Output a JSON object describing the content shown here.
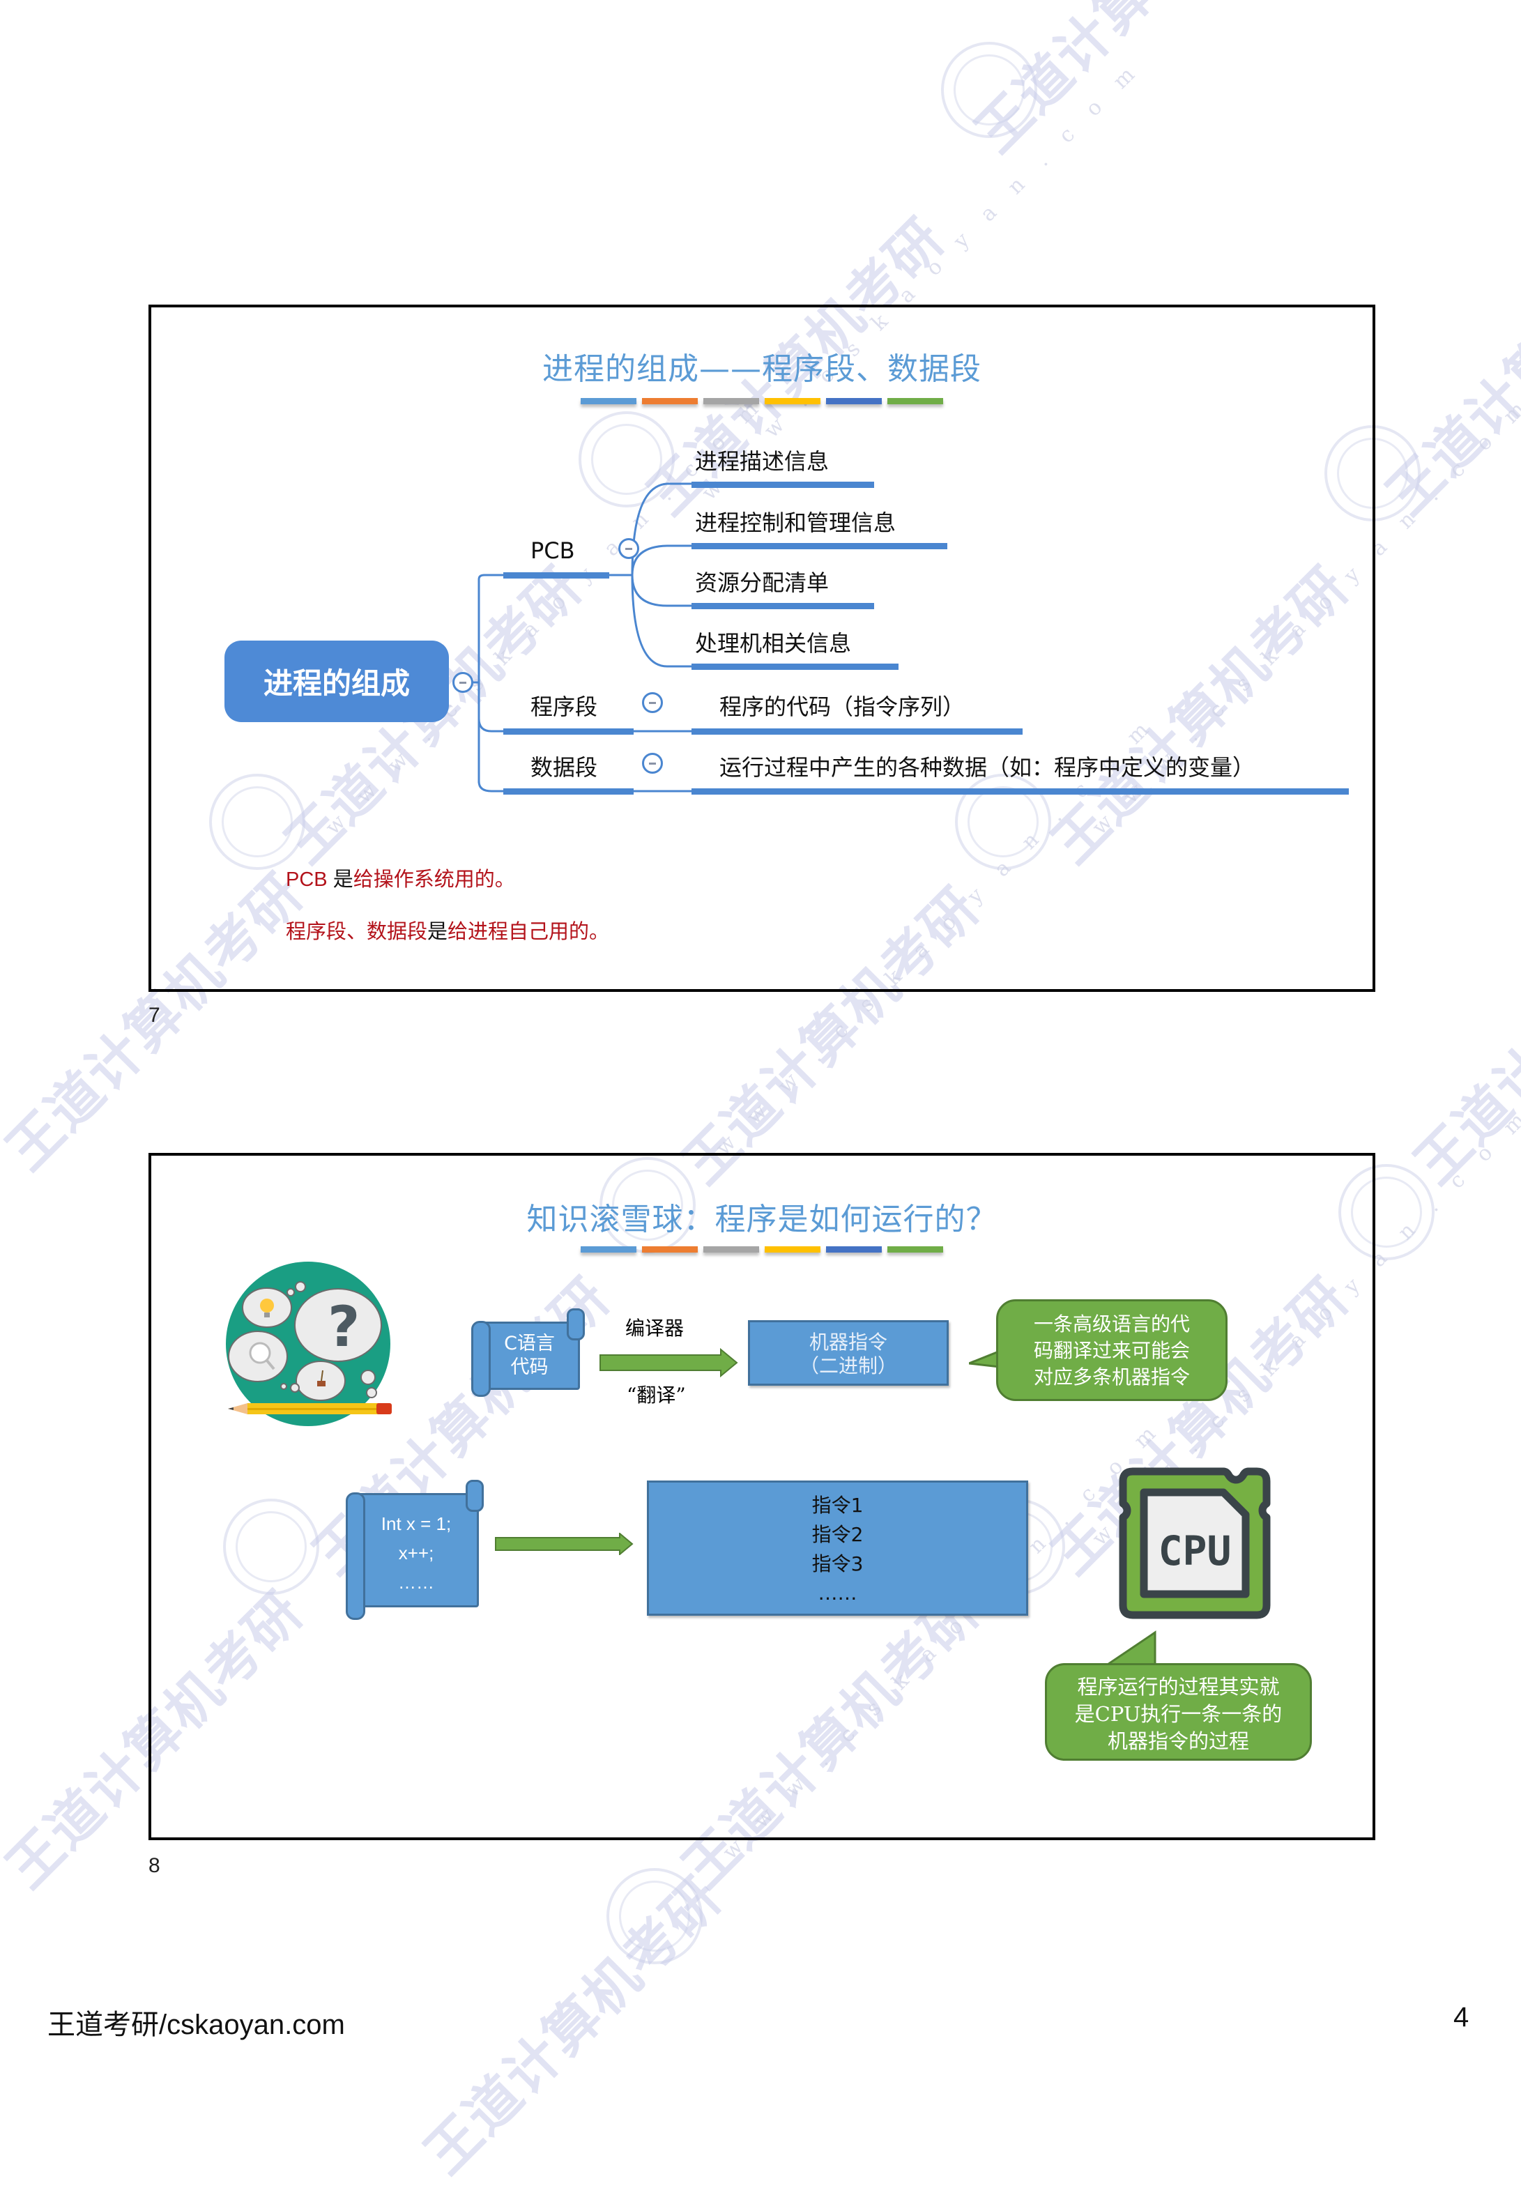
{
  "slide7": {
    "number": "7",
    "title": "进程的组成——程序段、数据段",
    "color_bars": [
      "#5b9bd5",
      "#ed7d31",
      "#a5a5a5",
      "#ffc000",
      "#4472c4",
      "#70ad47"
    ],
    "mindmap": {
      "root": "进程的组成",
      "branches": [
        {
          "label": "PCB",
          "children": [
            "进程描述信息",
            "进程控制和管理信息",
            "资源分配清单",
            "处理机相关信息"
          ]
        },
        {
          "label": "程序段",
          "children": [
            "程序的代码（指令序列）"
          ]
        },
        {
          "label": "数据段",
          "children": [
            "运行过程中产生的各种数据（如：程序中定义的变量）"
          ]
        }
      ]
    },
    "notes": [
      {
        "red1": "PCB ",
        "black": "是",
        "red2": "给操作系统用的。"
      },
      {
        "red1": "程序段、数据段",
        "black": "是",
        "red2": "给进程自己用的。"
      }
    ]
  },
  "slide8": {
    "number": "8",
    "title": "知识滚雪球：程序是如何运行的？",
    "color_bars": [
      "#5b9bd5",
      "#ed7d31",
      "#a5a5a5",
      "#ffc000",
      "#4472c4",
      "#70ad47"
    ],
    "row1": {
      "source_line1": "C语言",
      "source_line2": "代码",
      "arrow_top_label": "编译器",
      "arrow_bottom_label": "“翻译”",
      "target_line1": "机器指令",
      "target_line2": "（二进制）",
      "callout_lines": [
        "一条高级语言的代",
        "码翻译过来可能会",
        "对应多条机器指令"
      ]
    },
    "row2": {
      "code_lines": [
        "Int x = 1;",
        "x++;",
        "……"
      ],
      "instructions": [
        "指令1",
        "指令2",
        "指令3",
        "……"
      ],
      "cpu_label": "CPU",
      "callout_lines": [
        "程序运行的过程其实就",
        "是CPU执行一条一条的",
        "机器指令的过程"
      ]
    }
  },
  "footer": {
    "brand": "王道考研",
    "url": "/cskaoyan.com",
    "page": "4"
  },
  "watermark": {
    "text": "王道计算机考研",
    "url": "w w w . c s k a o y a n . c o m"
  }
}
